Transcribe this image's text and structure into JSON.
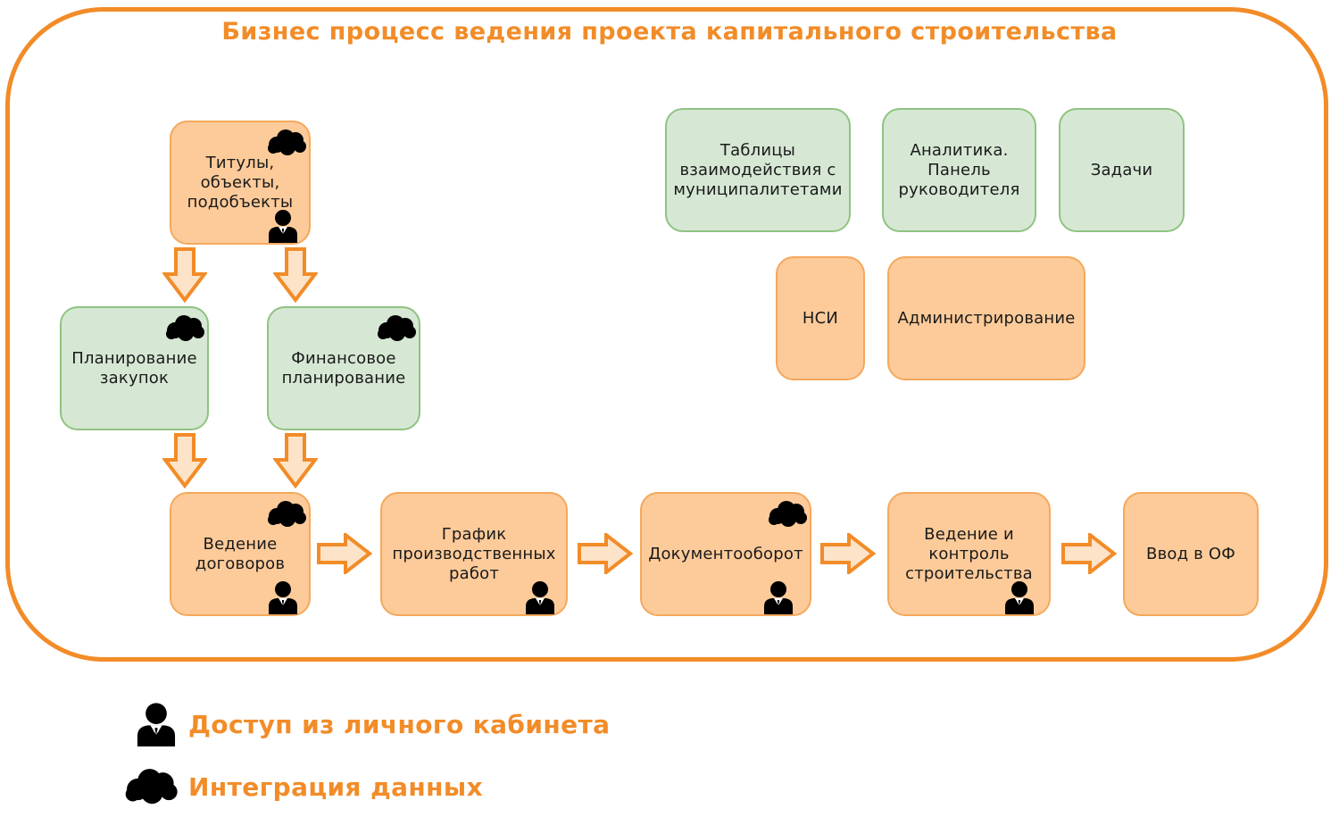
{
  "title": "Бизнес процесс ведения проекта капитального строительства",
  "boxes": {
    "tituly": "Титулы,\nобъекты,\nподобъекты",
    "planirovanie_zakupok": "Планирование\nзакупок",
    "finansovoe": "Финансовое\nпланирование",
    "vedenie_dogovorov": "Ведение\nдоговоров",
    "grafik": "График\nпроизводственных\nработ",
    "dokumentooborot": "Документооборот",
    "vedenie_kontrol": "Ведение и\nконтроль\nстроительства",
    "vvod_of": "Ввод в ОФ",
    "tablicy": "Таблицы\nвзаимодействия с\nмуниципалитетами",
    "analitika": "Аналитика.\nПанель\nруководителя",
    "zadachi": "Задачи",
    "nsi": "НСИ",
    "administrirovanie": "Администрирование"
  },
  "legend": {
    "access": "Доступ из личного кабинета",
    "integration": "Интеграция данных"
  },
  "colors": {
    "accent": "#f28c28",
    "orange_fill": "#fdcb9a",
    "orange_border": "#f5a85c",
    "green_fill": "#d6e8d4",
    "green_border": "#8fc382",
    "arrow_fill": "#fde3c8"
  },
  "icons": {
    "access": "user-icon",
    "integration": "cloud-icon"
  }
}
